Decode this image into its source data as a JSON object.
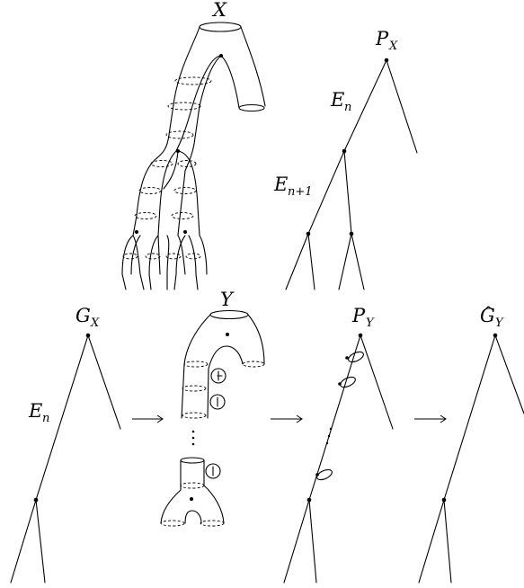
{
  "labels": {
    "X": "X",
    "PX": {
      "main": "P",
      "sub": "X"
    },
    "En_top": {
      "main": "E",
      "sub": "n"
    },
    "En1": {
      "main": "E",
      "sub": "n+1"
    },
    "GX": {
      "main": "G",
      "sub": "X"
    },
    "En_bottom": {
      "main": "E",
      "sub": "n"
    },
    "Y": "Y",
    "PY": {
      "main": "P",
      "sub": "Y"
    },
    "GY": {
      "main": "G",
      "sub": "Y",
      "accent": "^"
    }
  },
  "arrows": [
    "→",
    "→",
    "→"
  ],
  "colors": {
    "ink": "#000000",
    "background": "#ffffff"
  }
}
